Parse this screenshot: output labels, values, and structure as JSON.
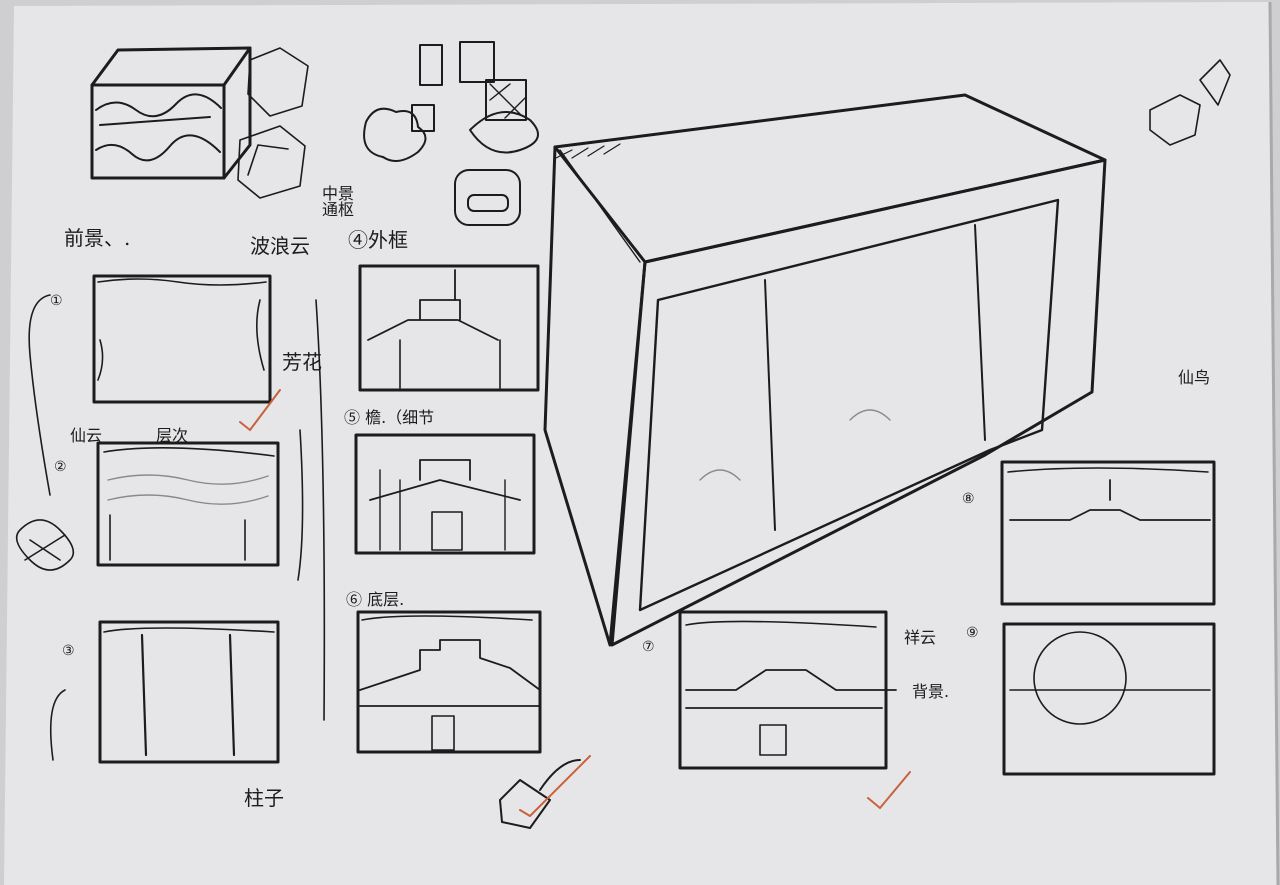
{
  "paper_color": "#e6e6e8",
  "ink_color": "#1c1c1c",
  "pencil_color": "#8a8a8a",
  "check_color": "#c8623a",
  "labels": {
    "qianjing": "前景、.",
    "bolangyun": "波浪云",
    "zhongjing_tiao": "中景\n通枢",
    "waikuang": "④外框",
    "fanghua": "芳花",
    "xianyun": "仙云",
    "cengci": "层次",
    "zhuzi": "柱子",
    "note5": "⑤ 檐.（细节",
    "note6": "⑥ 底层.",
    "xiangyun": "祥云",
    "beijing": "背景.",
    "xianque": "仙鸟"
  },
  "numbers": {
    "n1": "①",
    "n2": "②",
    "n3": "③",
    "n7": "⑦",
    "n8": "⑧",
    "n9": "⑨"
  }
}
